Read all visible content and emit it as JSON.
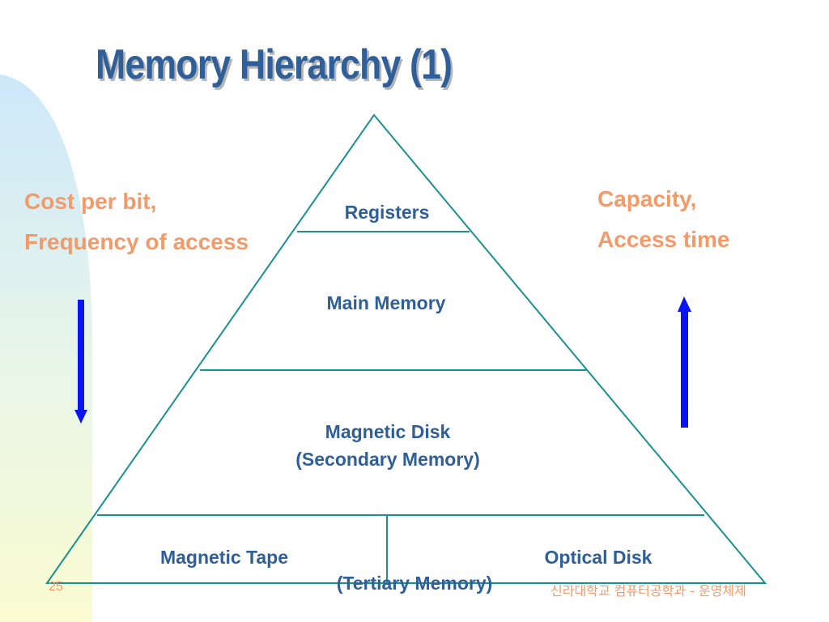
{
  "title": "Memory Hierarchy (1)",
  "pyramid": {
    "levels": [
      {
        "label": "Registers"
      },
      {
        "label": "Main Memory"
      },
      {
        "label_line1": "Magnetic Disk",
        "label_line2": "(Secondary Memory)"
      },
      {
        "left_label": "Magnetic Tape",
        "right_label": "Optical Disk",
        "group_label": "(Tertiary Memory)"
      }
    ]
  },
  "left_annotation": {
    "line1": "Cost per bit,",
    "line2": "Frequency of access",
    "arrow_direction": "down"
  },
  "right_annotation": {
    "line1": "Capacity,",
    "line2": "Access time",
    "arrow_direction": "up"
  },
  "footer": {
    "page_number": "25",
    "text": "신라대학교 컴퓨터공학과 - 운영체제"
  },
  "colors": {
    "title": "#2f5f99",
    "pyramid_lines": "#1a9090",
    "level_labels": "#2f5f99",
    "annotations": "#f39a6b",
    "arrows": "#0a14f0"
  }
}
